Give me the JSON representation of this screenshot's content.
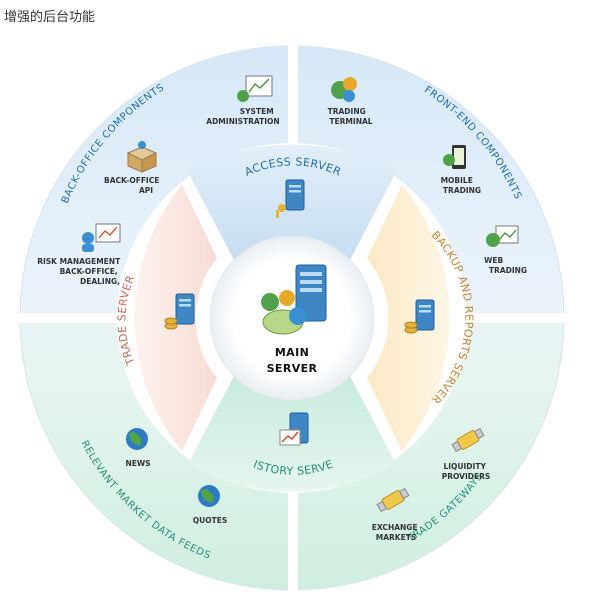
{
  "page": {
    "title": "增强的后台功能"
  },
  "colors": {
    "blue_band": "#d7e9f7",
    "green_band": "#d4efe4",
    "blue_text": "#1e6ea8",
    "green_text": "#25907a",
    "orange_text": "#c8853a",
    "red_text": "#c96b52"
  },
  "quadrants": {
    "back_office": "BACK-OFFICE COMPONENTS",
    "front_end": "FRONT-END COMPONENTS",
    "market_feeds": "RELEVANT MARKET DATA FEEDS",
    "trade_gateways": "TRADE GATEWAYS"
  },
  "servers": {
    "access": "ACCESS SERVER",
    "backup": "BACKUP AND REPORTS SERVER",
    "history": "HISTORY SERVER",
    "trade": "TRADE SERVER",
    "main_line1": "MAIN",
    "main_line2": "SERVER"
  },
  "components": {
    "system_admin": [
      "SYSTEM",
      "ADMINISTRATION"
    ],
    "back_office_api": [
      "BACK-OFFICE",
      "API"
    ],
    "risk_mgmt": [
      "RISK MANAGEMENT",
      "BACK-OFFICE,",
      "DEALING,"
    ],
    "trading_terminal": [
      "TRADING",
      "TERMINAL"
    ],
    "mobile_trading": [
      "MOBILE",
      "TRADING"
    ],
    "web_trading": [
      "WEB",
      "TRADING"
    ],
    "news": [
      "NEWS"
    ],
    "quotes": [
      "QUOTES"
    ],
    "liquidity": [
      "LIQUIDITY",
      "PROVIDERS"
    ],
    "exchange": [
      "EXCHANGE",
      "MARKETS"
    ]
  },
  "icons": {
    "system_admin": "monitor-chart-icon",
    "back_office_api": "open-box-icon",
    "risk_mgmt": "user-chart-icon",
    "trading_terminal": "metatrader-icon",
    "mobile_trading": "smartphone-icon",
    "web_trading": "web-chart-icon",
    "news": "globe-icon",
    "quotes": "globe-icon",
    "liquidity": "connector-icon",
    "exchange": "connector-icon",
    "access": "server-keys-icon",
    "backup": "server-coins-icon",
    "history": "server-chart-icon",
    "trade": "server-coins-icon",
    "main": "main-server-icon"
  }
}
